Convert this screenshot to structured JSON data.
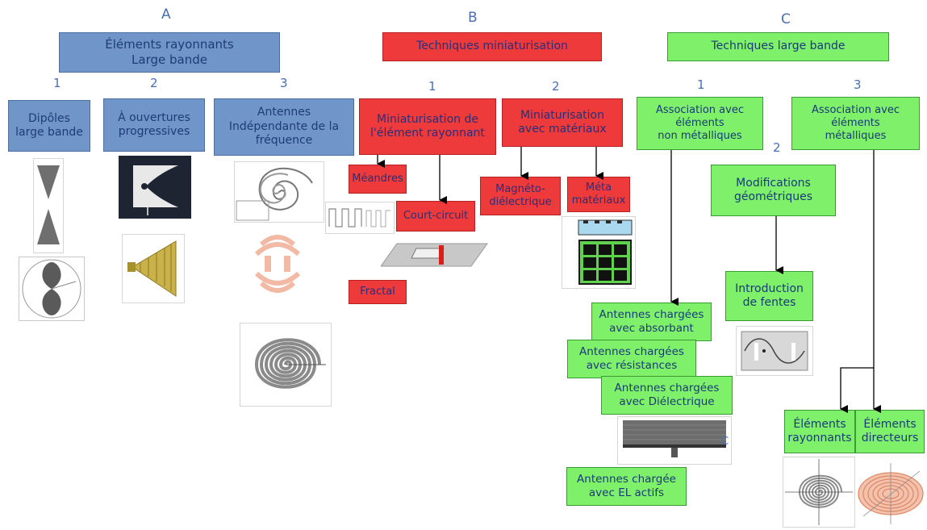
{
  "sections": [
    {
      "letter": "A",
      "title": "Éléments rayonnants\nLarge bande",
      "columns": [
        {
          "number": "1",
          "label": "Dipôles\nlarge bande"
        },
        {
          "number": "2",
          "label": "À ouvertures\nprogressives"
        },
        {
          "number": "3",
          "label": "Antennes\nIndépendante de la\nfréquence"
        }
      ]
    },
    {
      "letter": "B",
      "title": "Techniques miniaturisation",
      "columns": [
        {
          "number": "1",
          "label": "Miniaturisation de\nl'élément rayonnant",
          "items": [
            "Méandres",
            "Court-circuit",
            "Fractal"
          ]
        },
        {
          "number": "2",
          "label": "Miniaturisation\navec matériaux",
          "items": [
            "Magnéto-\ndiélectrique",
            "Méta\nmatériaux"
          ]
        }
      ]
    },
    {
      "letter": "C",
      "title": "Techniques large bande",
      "columns": [
        {
          "number": "1",
          "label": "Association avec\néléments\nnon métalliques",
          "items": [
            "Antennes chargées\navec absorbant",
            "Antennes chargées\navec résistances",
            "Antennes chargées\navec Diélectrique",
            "Antennes chargée\navec EL actifs"
          ]
        },
        {
          "number": "2",
          "label": "Modifications\ngéométriques",
          "items": [
            "Introduction\nde fentes"
          ]
        },
        {
          "number": "3",
          "label": "Association avec\néléments\nmétalliques",
          "items": [
            "Éléments\nrayonnants",
            "Éléments\ndirecteurs"
          ]
        }
      ]
    }
  ],
  "colors": {
    "blue_box": "#7096c9",
    "red_box": "#ee3a3a",
    "green_box": "#7ef06a",
    "header_text": "#4a6fb0"
  },
  "figure_labels": {
    "dielectric_corner": "C"
  }
}
